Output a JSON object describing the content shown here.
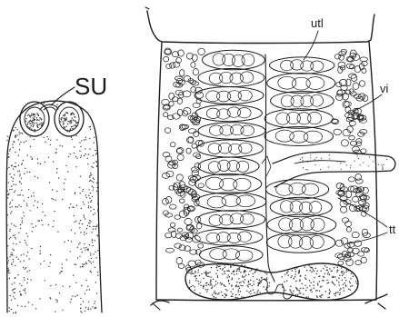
{
  "labels": {
    "su": "SU",
    "utl": "utl",
    "vi": "vi",
    "tt": "tt"
  },
  "colors": {
    "ink": "#1e1e1e",
    "paper": "#ffffff"
  }
}
